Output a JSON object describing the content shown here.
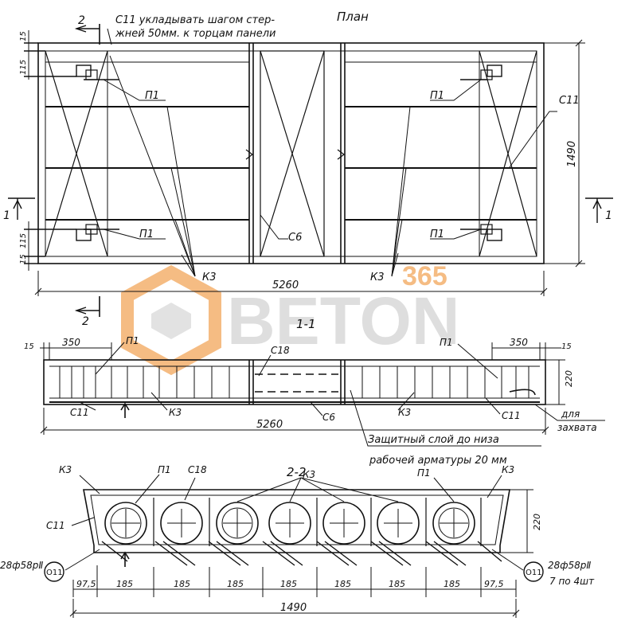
{
  "plan": {
    "title": "План",
    "note_line1": "С11 укладывать шагом стер-",
    "note_line2": "жней 50мм. к торцам панели",
    "labels": {
      "p1": "П1",
      "k3": "К3",
      "s6": "С6",
      "s11": "С11"
    },
    "dimensions": {
      "length": "5260",
      "width": "1490",
      "top_small_a": "115",
      "top_small_b": "15",
      "bottom_small_a": "115",
      "bottom_small_b": "15"
    },
    "section_marks": {
      "s1": "1",
      "s2": "2"
    }
  },
  "section_1_1": {
    "title": "1-1",
    "labels": {
      "p1": "П1",
      "s18": "С18",
      "k3": "К3",
      "s6": "С6",
      "s11": "С11"
    },
    "dimensions": {
      "length": "5260",
      "end_left": "350",
      "end_right": "350",
      "edge_left": "15",
      "edge_right": "15",
      "height": "220"
    },
    "note_grip_line1": "для",
    "note_grip_line2": "захвата",
    "note_cover_line1": "Защитный слой до низа",
    "note_cover_line2": "рабочей арматуры  20 мм"
  },
  "section_2_2": {
    "title": "2-2",
    "labels": {
      "k3": "К3",
      "p1": "П1",
      "s18": "С18",
      "s11": "С11",
      "oi": "О11"
    },
    "rebar_left": "28ф58рⅡ",
    "rebar_right_line1": "28ф58рⅡ",
    "rebar_right_line2": "7 по 4шт",
    "dimensions": {
      "end": "97,5",
      "pitch": "185",
      "height": "220",
      "total": "1490"
    }
  },
  "watermark": {
    "number": "365",
    "word": "BETON"
  },
  "colors": {
    "ink": "#111111",
    "watermark": "#f2a65a",
    "watermark_grey": "#d4d4d4"
  }
}
